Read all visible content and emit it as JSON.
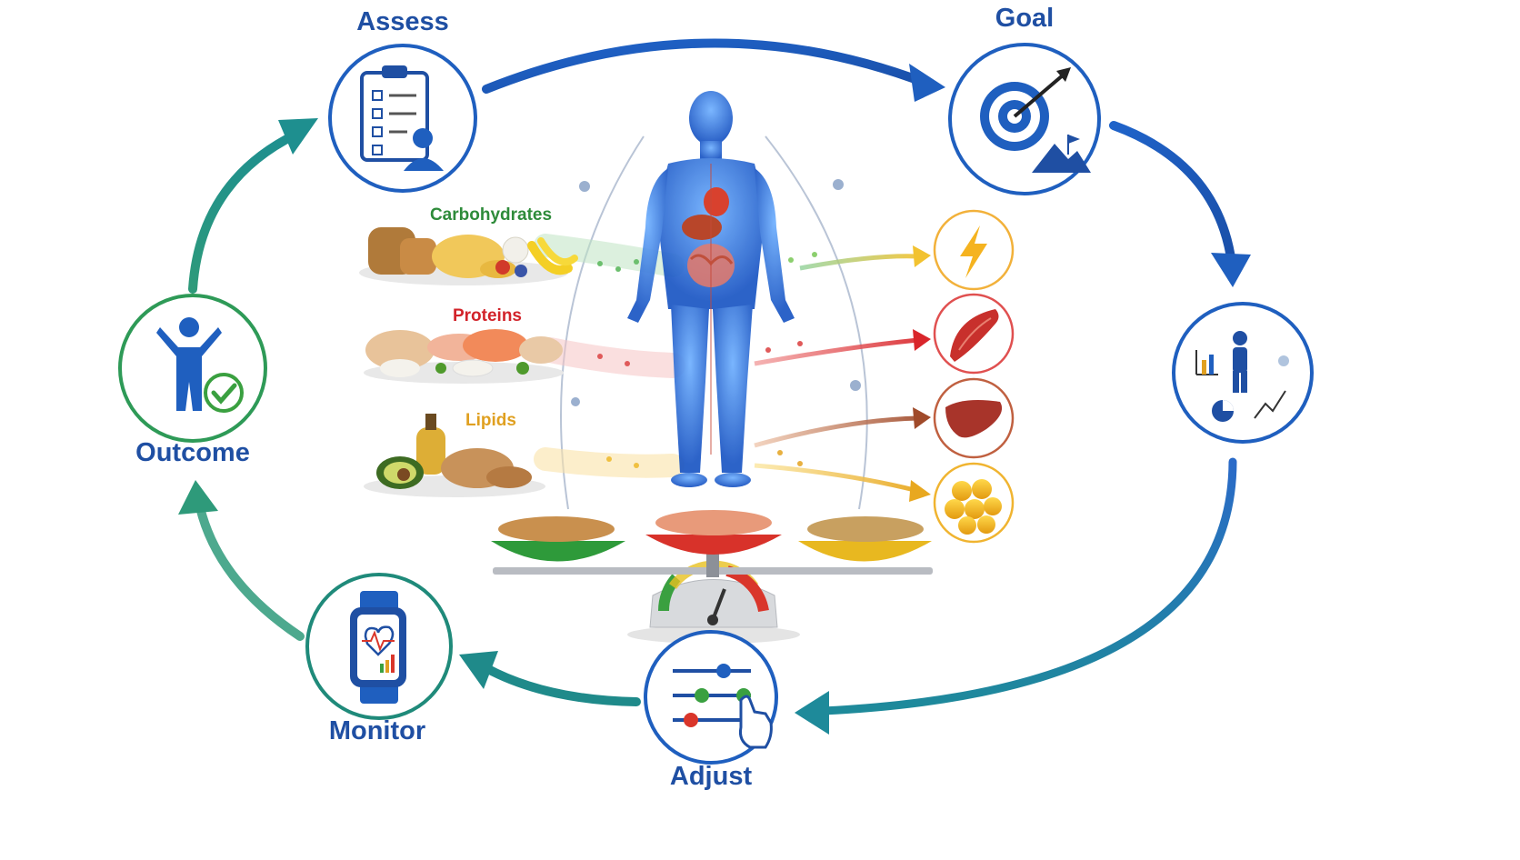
{
  "cycle": {
    "steps": [
      {
        "id": "assess",
        "label": "Assess",
        "icon": "clipboard-checklist-icon"
      },
      {
        "id": "goal",
        "label": "Goal",
        "icon": "target-arrow-icon"
      },
      {
        "id": "analysis",
        "label": "",
        "icon": "person-charts-icon"
      },
      {
        "id": "adjust",
        "label": "Adjust",
        "icon": "sliders-hand-icon"
      },
      {
        "id": "monitor",
        "label": "Monitor",
        "icon": "smartwatch-heart-icon"
      },
      {
        "id": "outcome",
        "label": "Outcome",
        "icon": "person-check-icon"
      }
    ]
  },
  "macronutrients": [
    {
      "id": "carbohydrates",
      "label": "Carbohydrates",
      "color": "#2e8b3a",
      "target_icon": "lightning-bolt-icon"
    },
    {
      "id": "proteins",
      "label": "Proteins",
      "color": "#d2232a",
      "target_icon": "muscle-icon"
    },
    {
      "id": "lipids",
      "label": "Lipids",
      "color": "#e0a020",
      "target_icon": "liver-icon"
    }
  ],
  "extra_target_icon": "fat-cells-icon",
  "colors": {
    "blue": "#1f5fbf",
    "teal": "#1f8a8a",
    "green": "#2e9a57",
    "step_text": "#1f4fa3"
  }
}
